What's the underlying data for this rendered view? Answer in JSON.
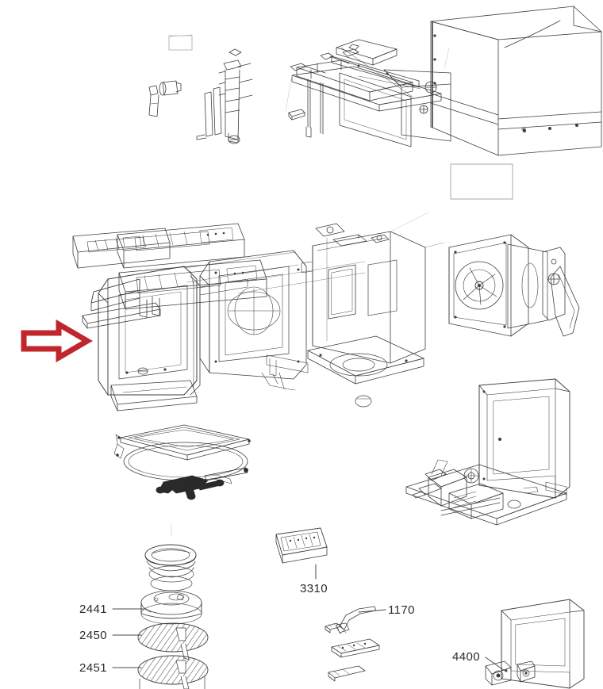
{
  "document": {
    "kind": "exploded-parts-diagram",
    "subject": "Built-in microwave oven exploded assembly view",
    "background_color": "#ffffff",
    "line_color": "#3d3d3d",
    "annotation_arrow_color": "#c0272d"
  },
  "callouts": [
    {
      "id": "2441",
      "label": "2441",
      "leader": "line-right",
      "target": "burner-cap"
    },
    {
      "id": "2450",
      "label": "2450",
      "leader": "line-right",
      "target": "burner-disc-upper"
    },
    {
      "id": "2451",
      "label": "2451",
      "leader": "line-right",
      "target": "burner-disc-lower"
    },
    {
      "id": "3310",
      "label": "3310",
      "leader": "line-up",
      "target": "control-panel-board"
    },
    {
      "id": "1170",
      "label": "1170",
      "leader": "line-left",
      "target": "door-handle-hook"
    },
    {
      "id": "4400",
      "label": "4400",
      "leader": "line-down-right",
      "target": "hinge-latch-assembly"
    }
  ],
  "annotation": {
    "arrow": {
      "name": "red-highlight-arrow",
      "direction": "right",
      "points_to": "inner-door-panel-assembly",
      "fill": "#ffffff",
      "stroke": "#c0272d"
    }
  },
  "assemblies": [
    {
      "name": "outer-cabinet-box",
      "region": "top-right"
    },
    {
      "name": "chassis-base-frame",
      "region": "top-center"
    },
    {
      "name": "side-panel-pair",
      "region": "top-center"
    },
    {
      "name": "blank-panel-rectangle",
      "region": "top-right-lower"
    },
    {
      "name": "small-parts-cluster",
      "region": "top-left"
    },
    {
      "name": "gas-valve-manifold",
      "region": "top-left-center"
    },
    {
      "name": "door-outer-panel",
      "region": "middle-left"
    },
    {
      "name": "control-panel-strip",
      "region": "middle-left"
    },
    {
      "name": "door-frame-gasket",
      "region": "middle-center"
    },
    {
      "name": "oven-cavity",
      "region": "middle-right"
    },
    {
      "name": "turntable-base-plate",
      "region": "middle-center-lower"
    },
    {
      "name": "fan-blower-housing",
      "region": "middle-right"
    },
    {
      "name": "grill-tray-frame",
      "region": "lower-left"
    },
    {
      "name": "tripod-support",
      "region": "lower-left"
    },
    {
      "name": "base-chassis-electrics",
      "region": "lower-right"
    },
    {
      "name": "burner-stack",
      "region": "bottom-left"
    },
    {
      "name": "control-panel-board",
      "region": "bottom-center"
    },
    {
      "name": "door-handle-hook",
      "region": "bottom-center"
    },
    {
      "name": "circuit-boards",
      "region": "bottom-center"
    },
    {
      "name": "door-frame-lower",
      "region": "bottom-right"
    }
  ]
}
